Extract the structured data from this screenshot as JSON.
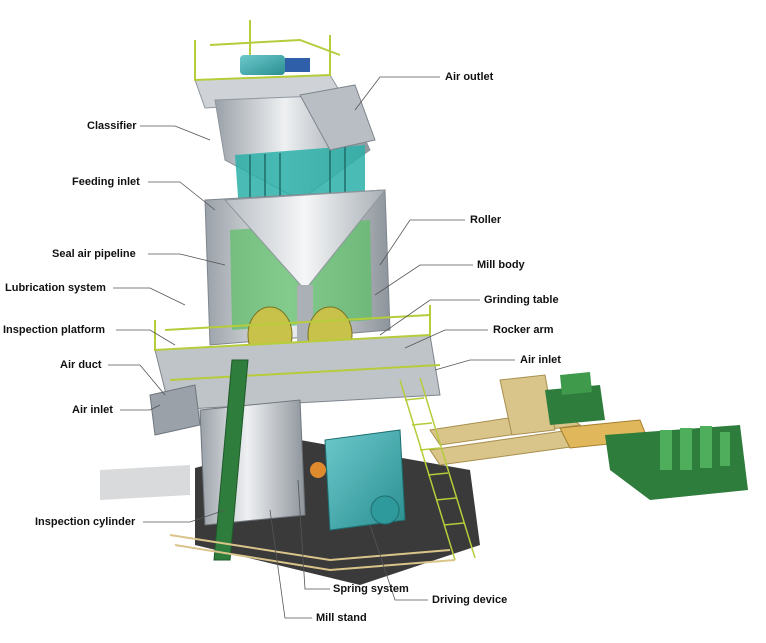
{
  "labels": {
    "air_outlet": "Air outlet",
    "classifier": "Classifier",
    "feeding_inlet": "Feeding inlet",
    "roller": "Roller",
    "seal_air_pipeline": "Seal air pipeline",
    "mill_body": "Mill body",
    "lubrication_system": "Lubrication system",
    "grinding_table": "Grinding table",
    "inspection_platform": "Inspection platform",
    "rocker_arm": "Rocker arm",
    "air_duct": "Air duct",
    "air_inlet_right": "Air inlet",
    "air_inlet_left": "Air inlet",
    "inspection_cylinder": "Inspection cylinder",
    "spring_system": "Spring system",
    "driving_device": "Driving device",
    "mill_stand": "Mill stand"
  },
  "colors": {
    "steel": "#c9cdd2",
    "steel_dark": "#8f969e",
    "rail": "#b6cc3a",
    "motor": "#3aa7a9",
    "green_equipment": "#2e7d3c",
    "base": "#3a3a3a",
    "leader": "#555555"
  }
}
